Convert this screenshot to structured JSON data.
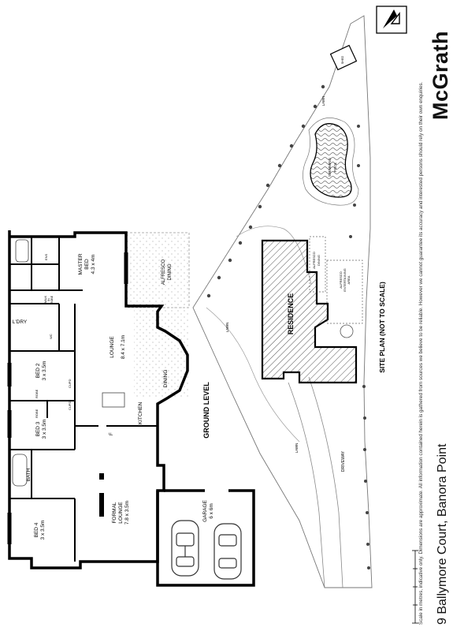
{
  "brand": "McGrath",
  "address": "9 Ballymore Court, Banora Point",
  "disclaimer": "Scale in metres, indicative only. Dimensions are approximate. All information contained herein is gathered from sources we believe to be reliable. However we cannot guarantee its accuracy and interested persons should rely on their own enquiries.",
  "ground_level": {
    "title": "GROUND LEVEL",
    "rooms": {
      "master": [
        "MASTER",
        "BED",
        "4.3 x 4m"
      ],
      "walk_in_robe": [
        "WALK",
        "IN",
        "ROBE"
      ],
      "ensuite": "ENS",
      "alfresco_dining": [
        "ALFRESCO",
        "DINING"
      ],
      "laundry": "L'DRY",
      "lounge": [
        "LOUNGE",
        "8.4 x 7.1m"
      ],
      "dining": "DINING",
      "kitchen": "KITCHEN",
      "bed2": [
        "BED 2",
        "3 x 3.5m"
      ],
      "bed3": [
        "BED 3",
        "3 x 3.5m"
      ],
      "bath": "BATH",
      "formal_lounge": [
        "FORMAL",
        "LOUNGE",
        "7.8 x 3.5m"
      ],
      "bed4": [
        "BED 4",
        "3 x 3.5m"
      ],
      "garage": [
        "GARAGE",
        "6 x 6m"
      ],
      "cupboard": "CUPD",
      "robe": "ROBE",
      "wc": "WC",
      "fridge": "F"
    }
  },
  "site_plan": {
    "title": "SITE PLAN (NOT TO SCALE)",
    "labels": {
      "residence": "RESIDENCE",
      "swimming_pool": [
        "SWIMMING",
        "POOL"
      ],
      "alfresco_dining": [
        "ALFRESCO",
        "DINING"
      ],
      "alfresco_entertaining": [
        "ALFRESCO",
        "ENTERTAINING",
        "AREA"
      ],
      "driveway": "DRIVEWAY",
      "lawn": "LAWN",
      "shed": "SHED"
    }
  }
}
